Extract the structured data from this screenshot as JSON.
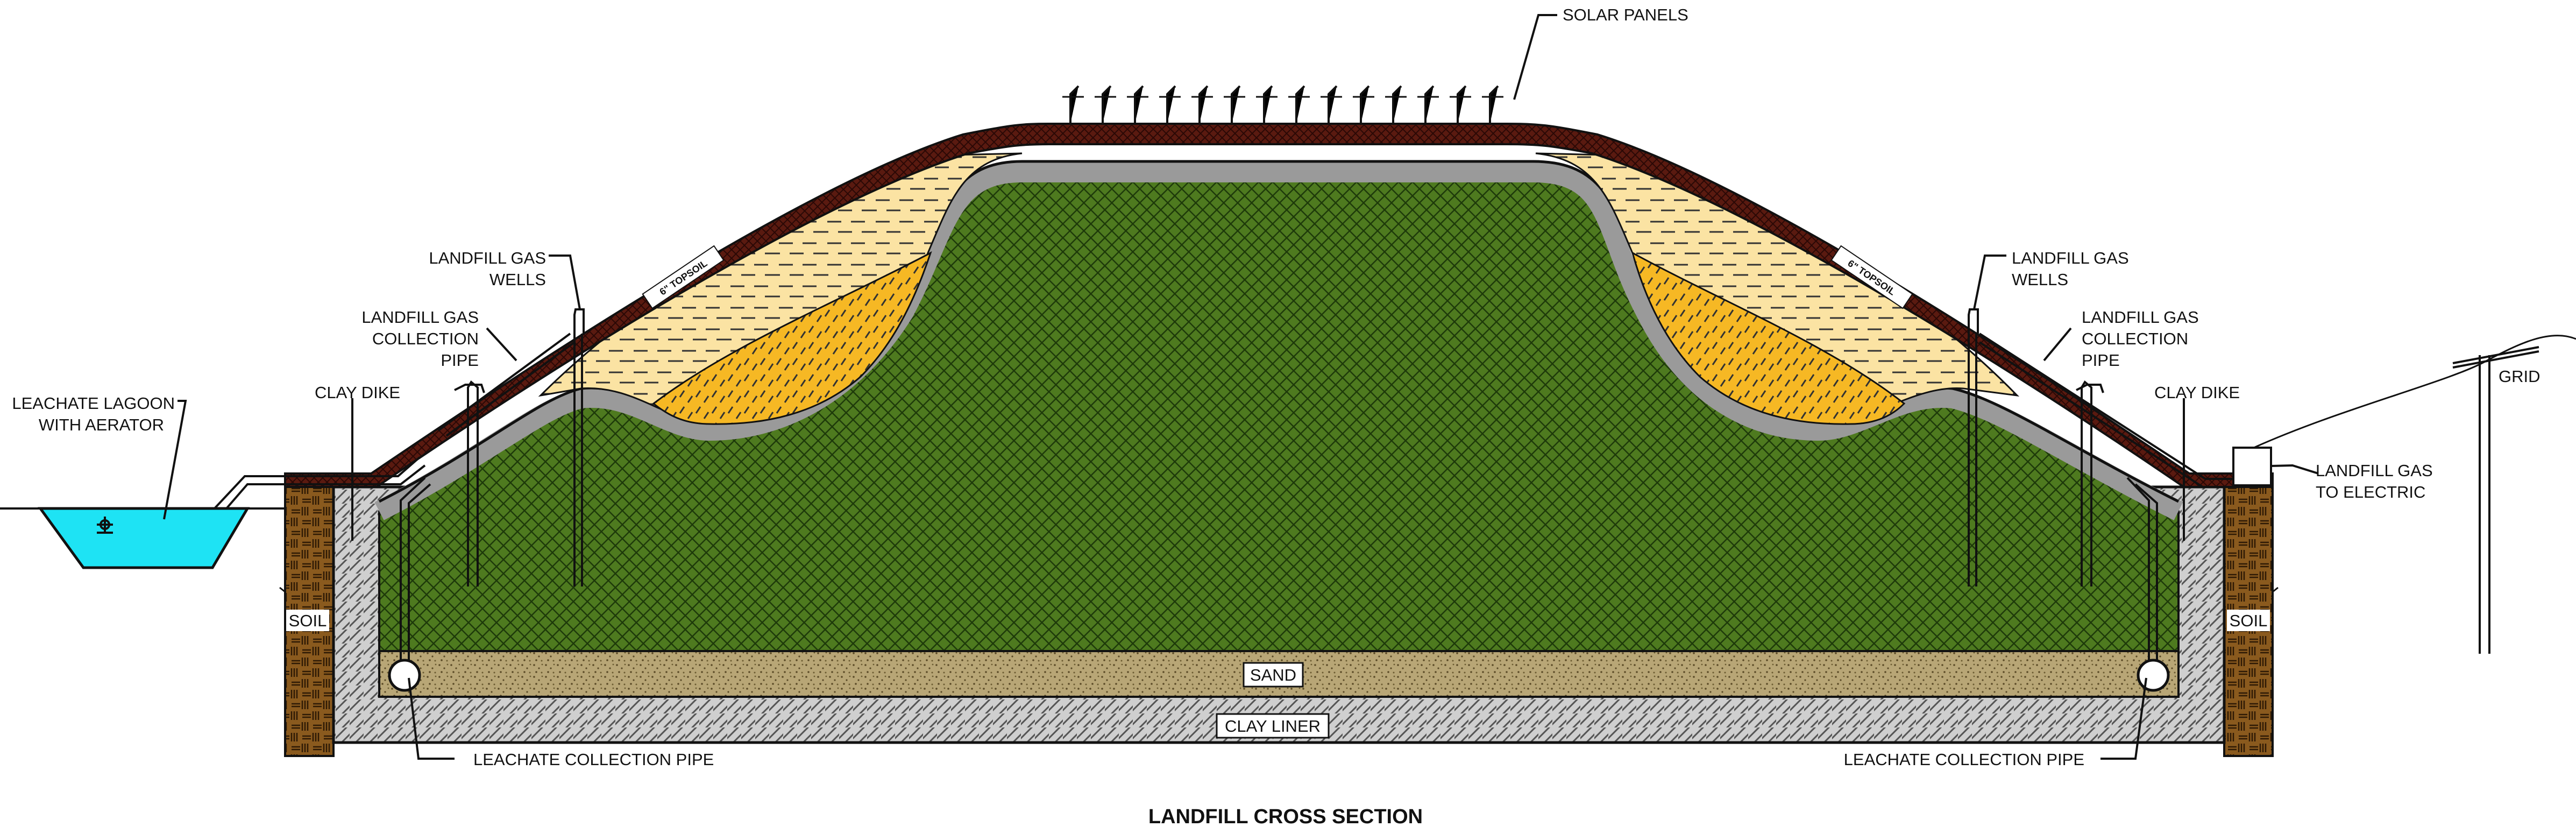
{
  "title": "LANDFILL CROSS SECTION",
  "labels": {
    "solar_panels": "SOLAR PANELS",
    "gas_wells_left": [
      "LANDFILL GAS",
      "WELLS"
    ],
    "gas_collection_left": [
      "LANDFILL GAS",
      "COLLECTION",
      "PIPE"
    ],
    "clay_dike_left": "CLAY DIKE",
    "lagoon": [
      "LEACHATE LAGOON",
      "WITH AERATOR"
    ],
    "soil_left": "SOIL",
    "leachate_pipe_left": "LEACHATE COLLECTION PIPE",
    "sand": "SAND",
    "clay_liner": "CLAY LINER",
    "leachate_pipe_right": "LEACHATE COLLECTION PIPE",
    "soil_right": "SOIL",
    "gas_wells_right": [
      "LANDFILL GAS",
      "WELLS"
    ],
    "gas_collection_right": [
      "LANDFILL GAS",
      "COLLECTION",
      "PIPE"
    ],
    "clay_dike_right": "CLAY DIKE",
    "gas_to_electric": [
      "LANDFILL GAS",
      "TO ELECTRIC"
    ],
    "grid": "GRID",
    "topsoil_left": "6\" TOPSOIL",
    "topsoil_right": "6\" TOPSOIL"
  },
  "colors": {
    "waste": "#4e7a1f",
    "sand_layer": "#b8a676",
    "clay": "#c8c8c8",
    "liner_band": "#9a9a9a",
    "cap_topsoil": "#5a1a10",
    "fill_light": "#fbe3a3",
    "fill_orange": "#f6b824",
    "soil": "#8a5a1e",
    "water": "#1ee3f4"
  }
}
